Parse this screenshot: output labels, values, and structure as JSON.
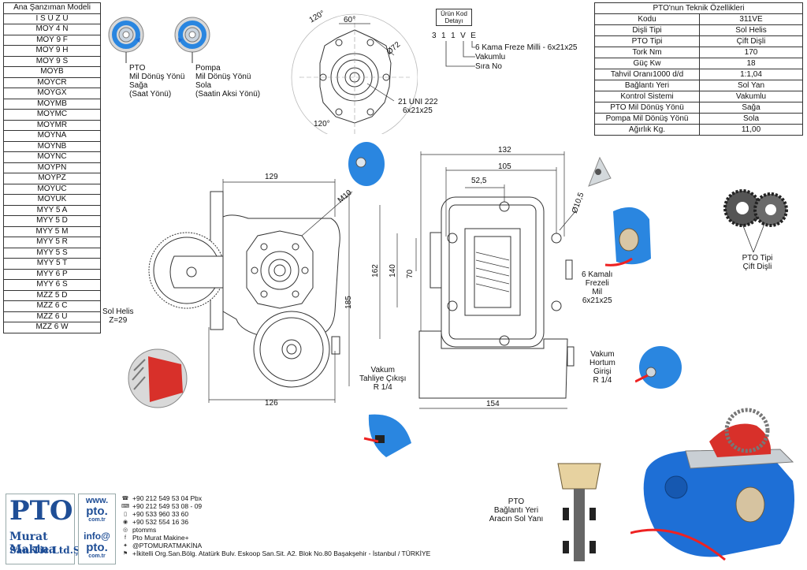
{
  "models": {
    "header": "Ana Şanzıman Modeli",
    "items": [
      "I S U Z U",
      "MOY 4 N",
      "MOY 9 F",
      "MOY 9 H",
      "MOY 9 S",
      "MOYB",
      "MOYCR",
      "MOYGX",
      "MOYMB",
      "MOYMC",
      "MOYMR",
      "MOYNA",
      "MOYNB",
      "MOYNC",
      "MOYPN",
      "MOYPZ",
      "MOYUC",
      "MOYUK",
      "MYY 5 A",
      "MYY 5 D",
      "MYY 5 M",
      "MYY 5 R",
      "MYY 5 S",
      "MYY 5 T",
      "MYY 6 P",
      "MYY 6 S",
      "MZZ 5 D",
      "MZZ 6 C",
      "MZZ 6 U",
      "MZZ 6 W"
    ]
  },
  "spec": {
    "title": "PTO'nun Teknik Özellikleri",
    "rows": [
      {
        "key": "Kodu",
        "value": "311VE"
      },
      {
        "key": "Dişli Tipi",
        "value": "Sol Helis"
      },
      {
        "key": "PTO Tipi",
        "value": "Çift Dişli"
      },
      {
        "key": "Tork Nm",
        "value": "170"
      },
      {
        "key": "Güç Kw",
        "value": "18"
      },
      {
        "key": "Tahvil Oranı1000 d/d",
        "value": "1:1,04"
      },
      {
        "key": "Bağlantı Yeri",
        "value": "Sol Yan"
      },
      {
        "key": "Kontrol Sistemi",
        "value": "Vakumlu"
      },
      {
        "key": "PTO Mil Dönüş Yönü",
        "value": "Sağa"
      },
      {
        "key": "Pompa Mil Dönüş Yönü",
        "value": "Sola"
      },
      {
        "key": "Ağırlık Kg.",
        "value": "11,00"
      }
    ]
  },
  "rotation": {
    "pto": {
      "l1": "PTO",
      "l2": "Mil Dönüş Yönü",
      "l3": "Sağa",
      "l4": "(Saat Yönü)"
    },
    "pump": {
      "l1": "Pompa",
      "l2": "Mil Dönüş Yönü",
      "l3": "Sola",
      "l4": "(Saatin Aksi Yönü)"
    }
  },
  "flange": {
    "angle_top": "60°",
    "angle_left": "120°",
    "angle_bottom": "120°",
    "diameter": "Ø72",
    "spline_l1": "21 UNI 222",
    "spline_l2": "6x21x25"
  },
  "code": {
    "header_l1": "Ürün Kod",
    "header_l2": "Detayı",
    "chars": [
      "3",
      "1",
      "1",
      "V",
      "E"
    ],
    "desc1": "6 Kama Freze Milli - 6x21x25",
    "desc2": "Vakumlu",
    "desc3": "Sıra No"
  },
  "side_view": {
    "dim_129": "129",
    "dim_m10": "M10",
    "dim_185": "185",
    "dim_126": "126",
    "helix_l1": "Sol Helis",
    "helix_l2": "Z=29",
    "vacuum_out_l1": "Vakum",
    "vacuum_out_l2": "Tahliye Çıkışı",
    "vacuum_out_l3": "R 1/4"
  },
  "front_view": {
    "dim_132": "132",
    "dim_105": "105",
    "dim_52_5": "52,5",
    "dim_10_5": "Ø10,5",
    "dim_162": "162",
    "dim_140": "140",
    "dim_70": "70",
    "dim_154": "154",
    "shaft_l1": "6 Kamalı",
    "shaft_l2": "Frezeli",
    "shaft_l3": "Mil",
    "shaft_l4": "6x21x25",
    "vacuum_in_l1": "Vakum",
    "vacuum_in_l2": "Hortum",
    "vacuum_in_l3": "Girişi",
    "vacuum_in_l4": "R 1/4"
  },
  "pto_type": {
    "l1": "PTO Tipi",
    "l2": "Çift Dişli"
  },
  "mount": {
    "l1": "PTO",
    "l2": "Bağlantı Yeri",
    "l3": "Aracın Sol Yanı"
  },
  "logo": {
    "top": "PTO",
    "l2": "Murat Makina",
    "l3": "San.Tic.Ltd.Şti.",
    "web1": "www.",
    "web2": "pto.",
    "web3": "com.tr",
    "mail1": "info@",
    "mail2": "pto.",
    "mail3": "com.tr"
  },
  "contacts": [
    {
      "icon": "phone-icon",
      "text": "+90 212 549 53 04  Pbx"
    },
    {
      "icon": "fax-icon",
      "text": "+90 212 549 53 08 - 09"
    },
    {
      "icon": "mobile-icon",
      "text": "+90 533 960 33 60"
    },
    {
      "icon": "whatsapp-icon",
      "text": "+90 532 554 16 36"
    },
    {
      "icon": "instagram-icon",
      "text": "ptomms"
    },
    {
      "icon": "facebook-icon",
      "text": "Pto Murat Makine+"
    },
    {
      "icon": "twitter-icon",
      "text": "@PTOMURATMAKİNA"
    },
    {
      "icon": "map-pin-icon",
      "text": "+İkitelli Org.San.Bölg. Atatürk Bulv. Eskoop San.Sit. A2. Blok No.80 Başakşehir - İstanbul / TÜRKİYE"
    }
  ],
  "colors": {
    "accent_blue": "#1e6fd6",
    "gear_red": "#d8302a",
    "logo_blue": "#1f4e96"
  }
}
